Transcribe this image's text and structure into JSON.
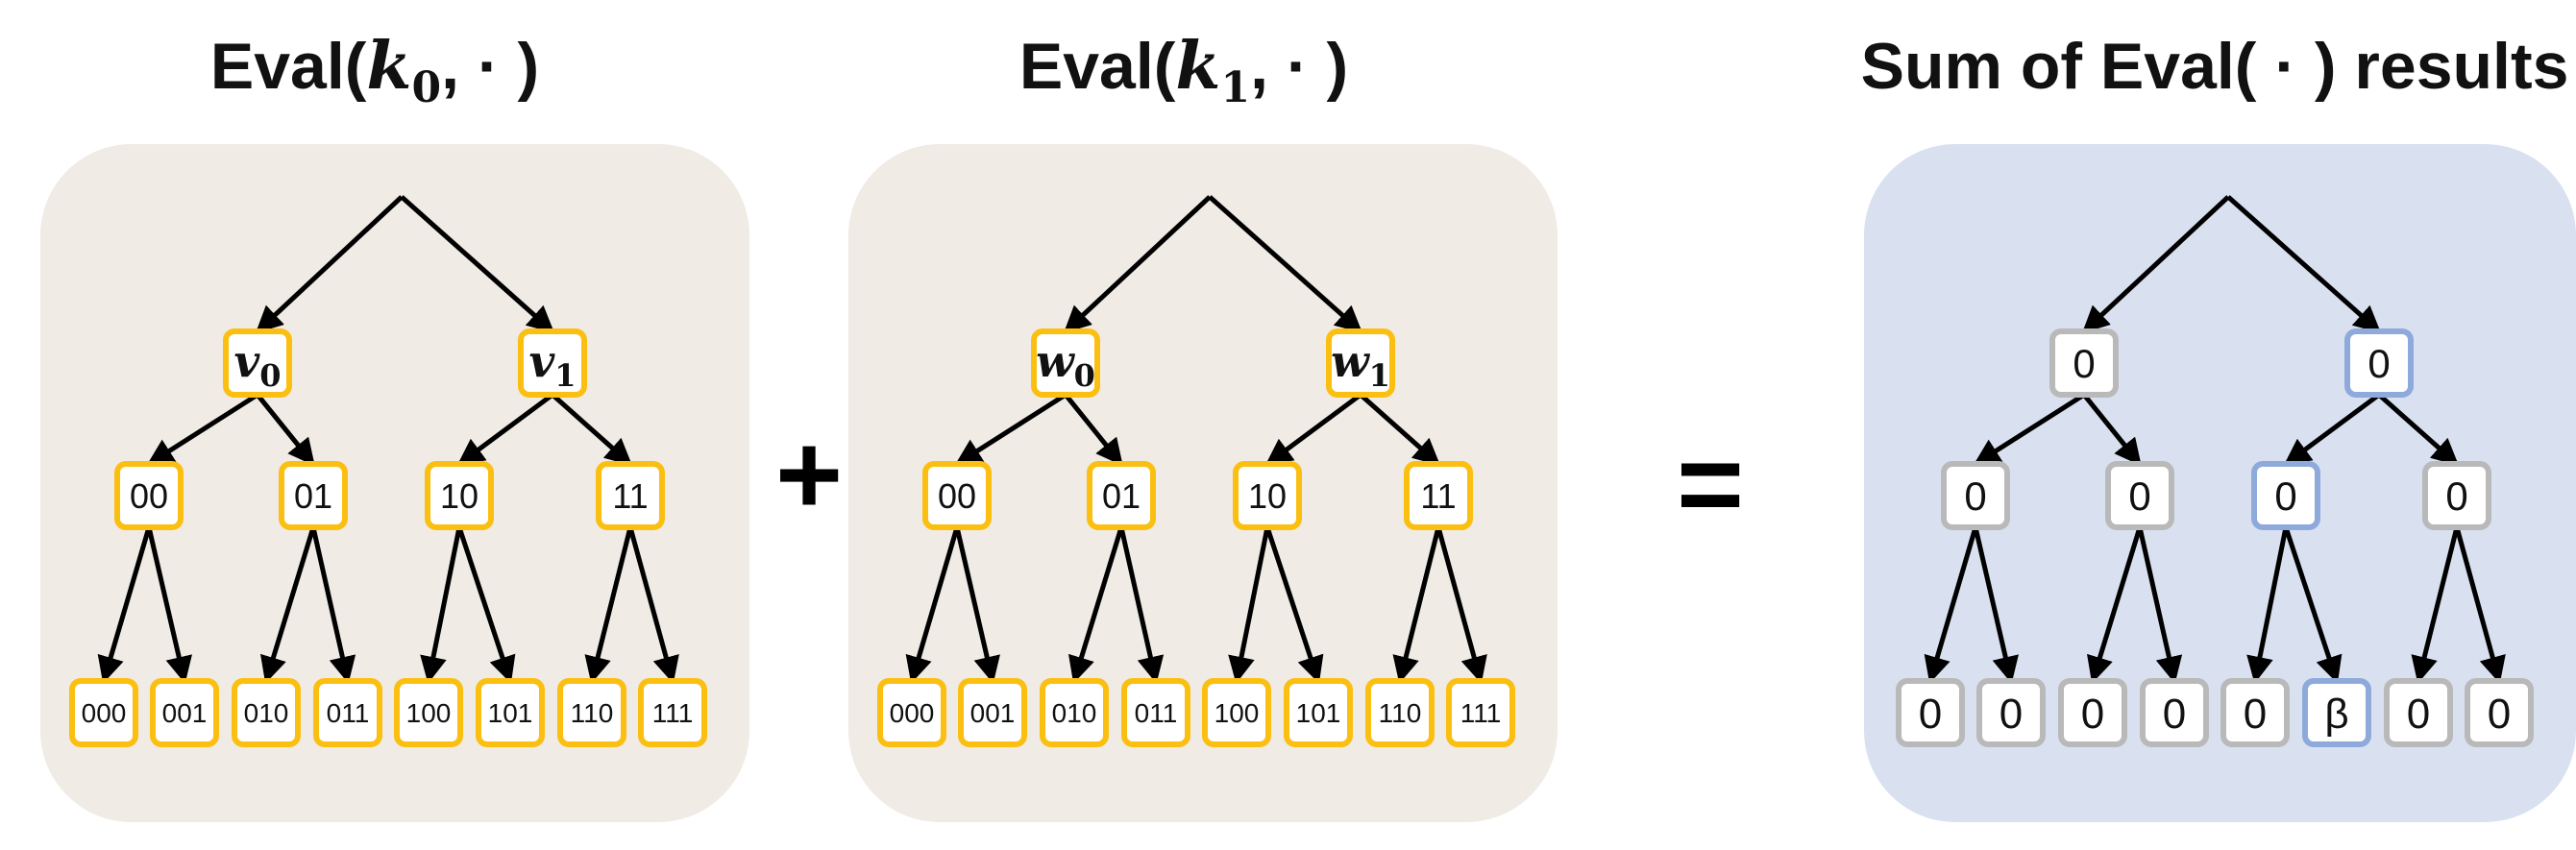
{
  "panels": [
    {
      "title": {
        "prefix": "Eval(",
        "var": "k",
        "sub": "0",
        "suffix": ", · )"
      },
      "level1": [
        {
          "var": "v",
          "sub": "0"
        },
        {
          "var": "v",
          "sub": "1"
        }
      ],
      "level2": [
        "00",
        "01",
        "10",
        "11"
      ],
      "level3": [
        "000",
        "001",
        "010",
        "011",
        "100",
        "101",
        "110",
        "111"
      ]
    },
    {
      "title": {
        "prefix": "Eval(",
        "var": "k",
        "sub": "1",
        "suffix": ", · )"
      },
      "level1": [
        {
          "var": "w",
          "sub": "0"
        },
        {
          "var": "w",
          "sub": "1"
        }
      ],
      "level2": [
        "00",
        "01",
        "10",
        "11"
      ],
      "level3": [
        "000",
        "001",
        "010",
        "011",
        "100",
        "101",
        "110",
        "111"
      ]
    },
    {
      "title": {
        "text": "Sum of Eval( · ) results"
      },
      "level1": [
        "0",
        "0"
      ],
      "level2": [
        "0",
        "0",
        "0",
        "0"
      ],
      "level3": [
        "0",
        "0",
        "0",
        "0",
        "0",
        "β",
        "0",
        "0"
      ]
    }
  ],
  "operators": {
    "plus": "+",
    "equals": "="
  },
  "colors": {
    "panel_tan": "#f0ebe4",
    "panel_blue": "#d9e1f1",
    "node_border_gold": "#fbbf12",
    "node_border_gray": "#b9b9b9",
    "node_border_blue": "#8eaadb",
    "arrow": "#000000"
  },
  "highlight_path": {
    "level1": 1,
    "level2": 2,
    "level3": 5
  }
}
